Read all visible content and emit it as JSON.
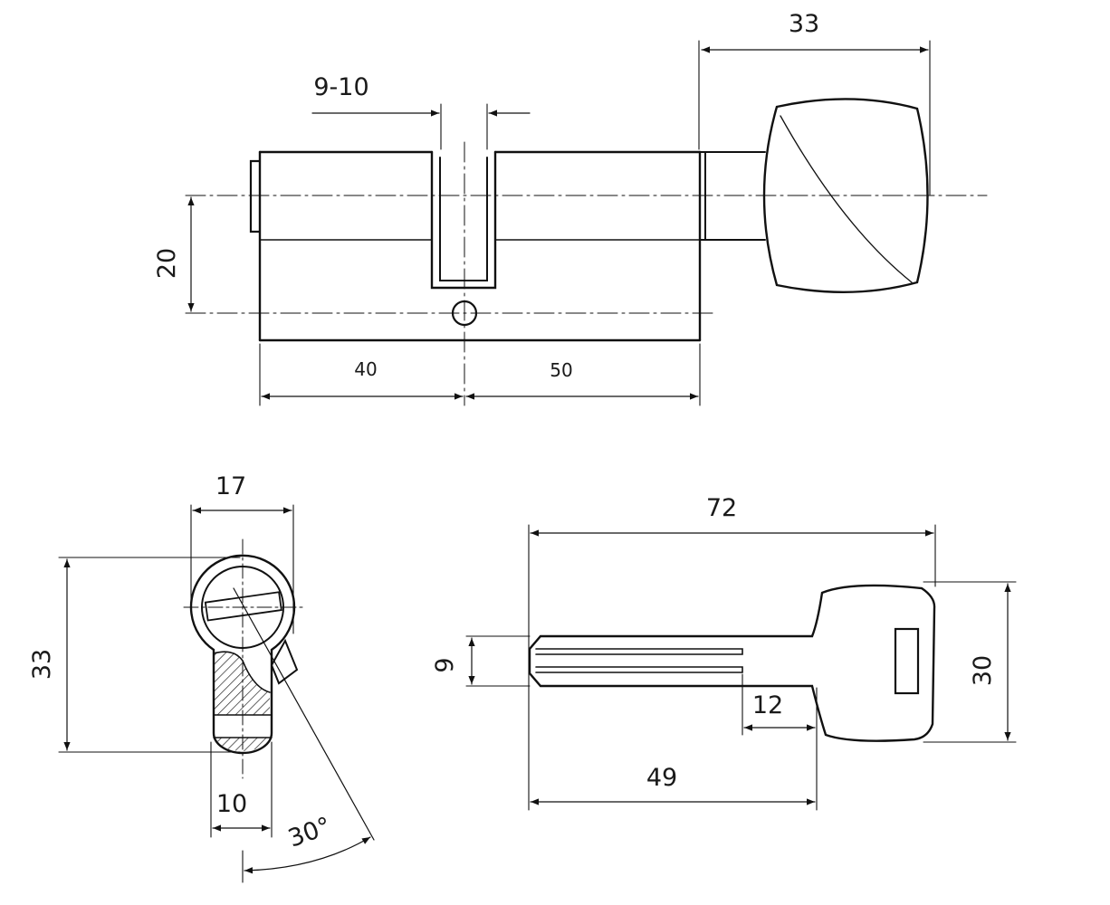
{
  "top_view": {
    "dim_turn_knob": "33",
    "dim_cam_slot": "9-10",
    "dim_height": "20",
    "dim_left_length": "40",
    "dim_right_length": "50"
  },
  "profile_view": {
    "dim_width": "17",
    "dim_height": "33",
    "dim_lower_width": "10",
    "dim_angle": "30°"
  },
  "key_view": {
    "dim_total_length": "72",
    "dim_blade_height": "9",
    "dim_head_height": "30",
    "dim_shoulder": "12",
    "dim_blade_length": "49"
  }
}
